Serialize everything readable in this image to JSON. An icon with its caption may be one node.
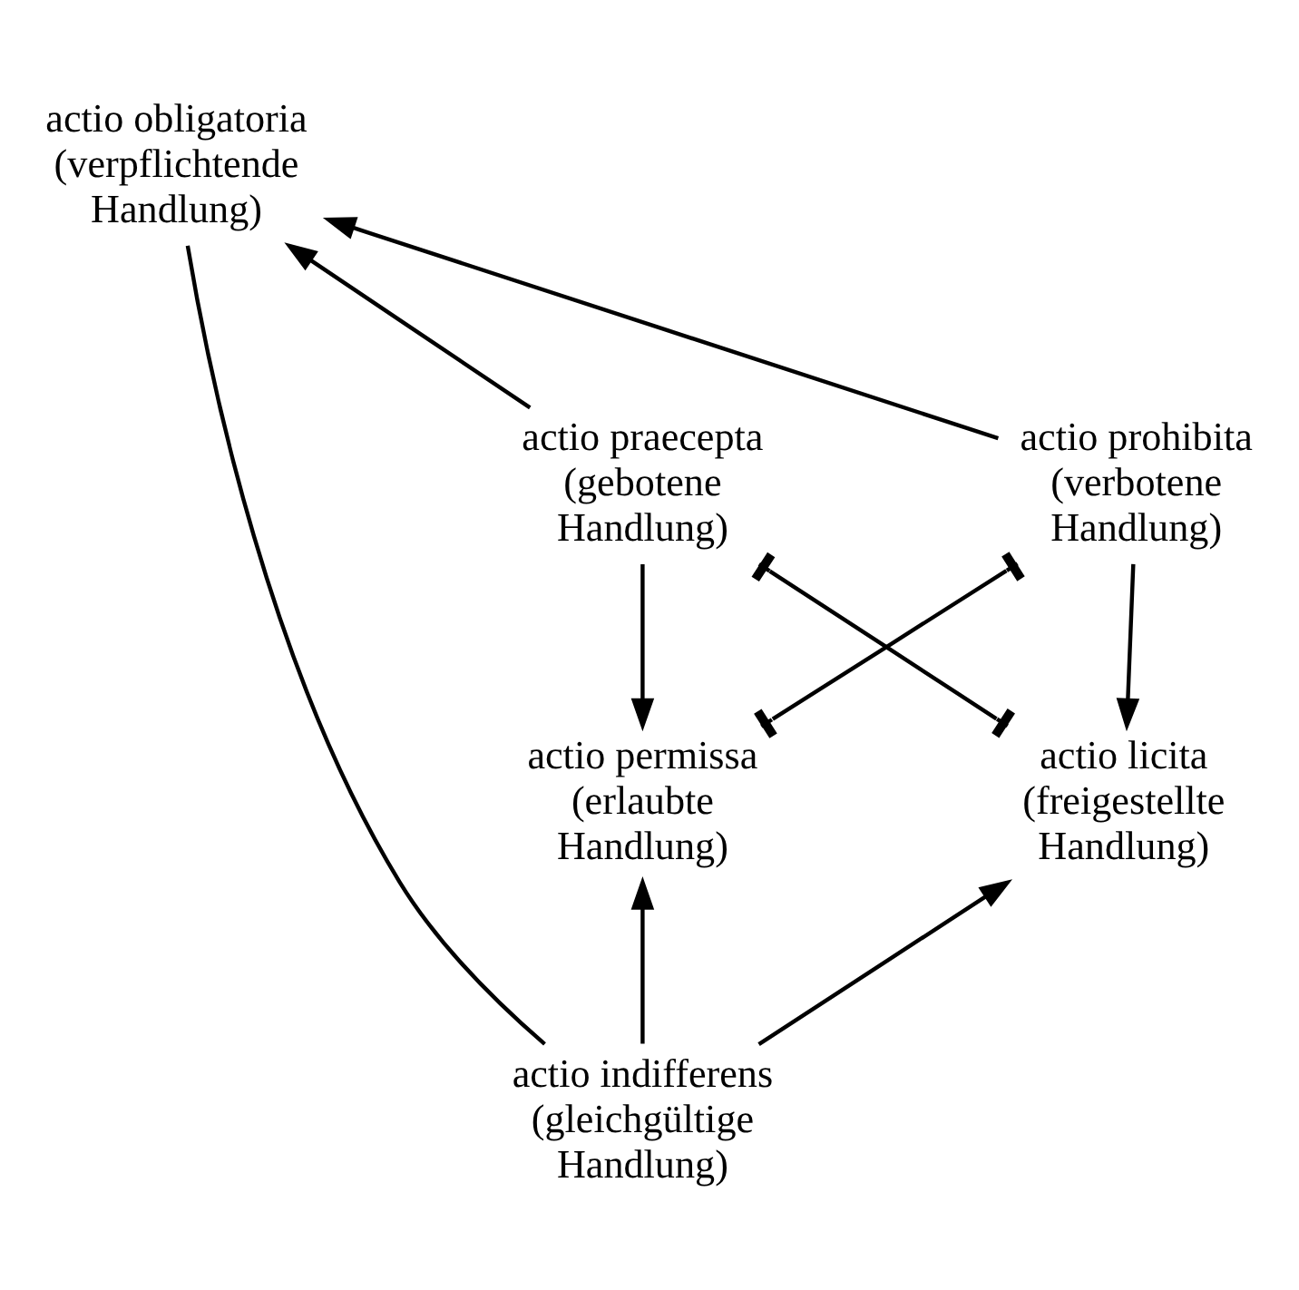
{
  "diagram": {
    "nodes": [
      {
        "text": [
          "actio obligatoria (verpflichtende Handlung)"
        ]
      },
      {
        "text": [
          "actio praecepta (gebotene Handlung)"
        ]
      },
      {
        "text": [
          "actio prohibita (verbotene Handlung)"
        ]
      },
      {
        "text": [
          "actio permissa (erlaubte Handlung)"
        ]
      },
      {
        "text": [
          "actio licita (freigestellte Handlung)"
        ]
      },
      {
        "text": [
          "actio indifferens (gleichgültige Handlung)"
        ]
      }
    ],
    "edges": [
      {
        "from": 1,
        "to": 0,
        "arrow": "to"
      },
      {
        "from": 2,
        "to": 0,
        "arrow": "to"
      },
      {
        "from": 0,
        "to": 5,
        "arrow": "none"
      },
      {
        "from": 1,
        "to": 4,
        "arrow": "other"
      },
      {
        "from": 2,
        "to": 3,
        "arrow": "other"
      },
      {
        "from": 1,
        "to": 3,
        "arrow": "to"
      },
      {
        "from": 2,
        "to": 4,
        "arrow": "to"
      },
      {
        "from": 5,
        "to": 3,
        "arrow": "to"
      },
      {
        "from": 5,
        "to": 4,
        "arrow": "to"
      }
    ]
  }
}
